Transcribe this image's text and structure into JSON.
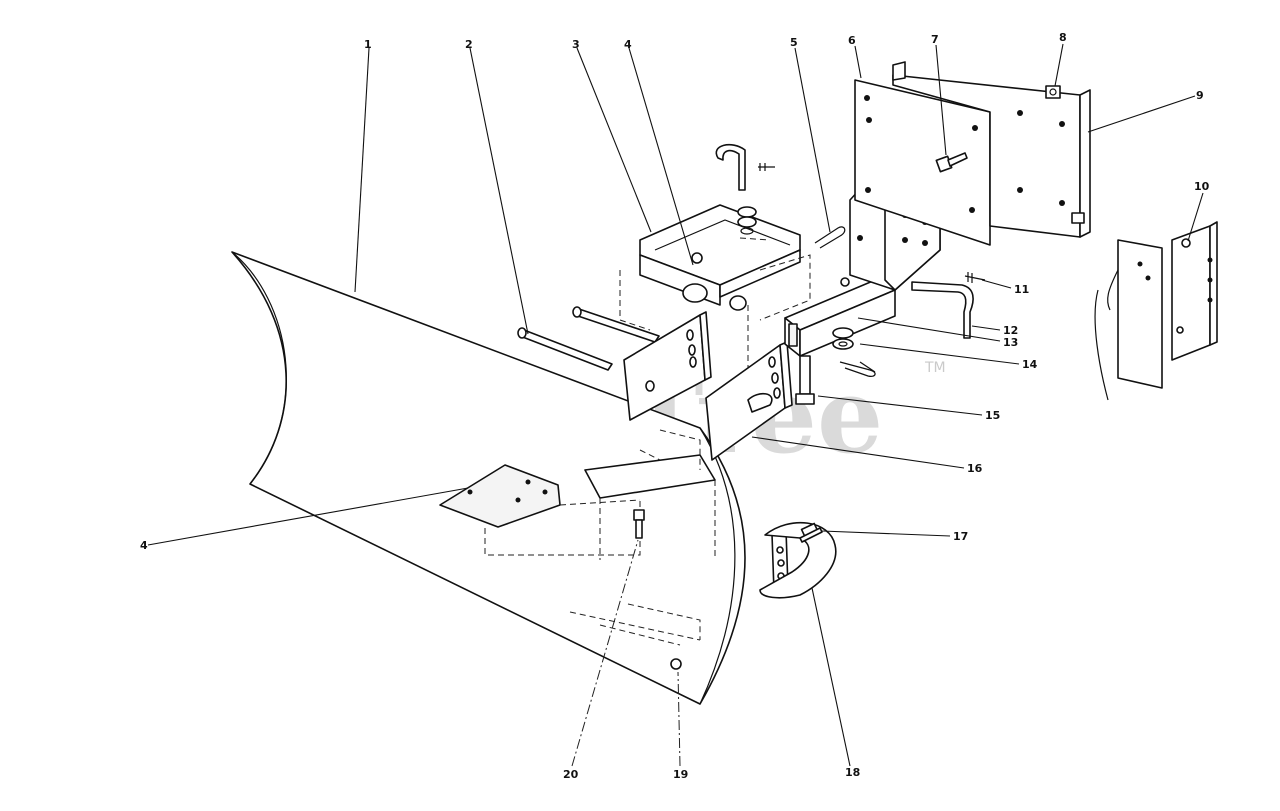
{
  "diagram": {
    "watermark": "PartsTree",
    "watermark_mark": "TM",
    "callouts": [
      "1",
      "2",
      "3",
      "4",
      "5",
      "6",
      "7",
      "8",
      "9",
      "10",
      "11",
      "12",
      "13",
      "14",
      "15",
      "16",
      "4",
      "17",
      "18",
      "19",
      "20"
    ]
  }
}
